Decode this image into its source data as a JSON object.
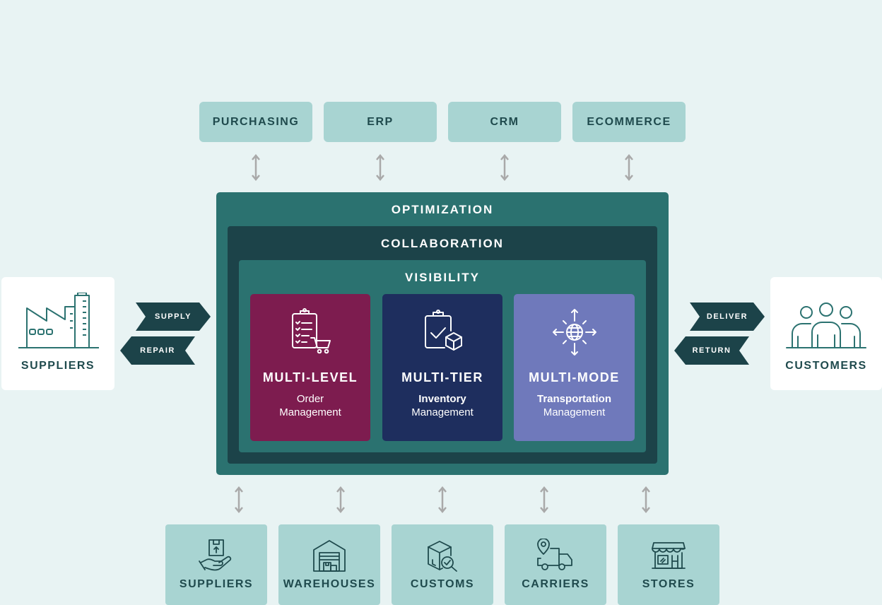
{
  "systems": [
    {
      "label": "PURCHASING"
    },
    {
      "label": "ERP"
    },
    {
      "label": "CRM"
    },
    {
      "label": "ECOMMERCE"
    }
  ],
  "layers": {
    "optimization": "OPTIMIZATION",
    "collaboration": "COLLABORATION",
    "visibility": "VISIBILITY"
  },
  "cards": [
    {
      "title": "MULTI-LEVEL",
      "line1": "Order",
      "line2": "Management",
      "color": "#7d1c4f",
      "icon": "clipboard-cart-icon"
    },
    {
      "title": "MULTI-TIER",
      "line1": "Inventory",
      "line2": "Management",
      "color": "#1e2e5e",
      "icon": "clipboard-box-icon"
    },
    {
      "title": "MULTI-MODE",
      "line1": "Transportation",
      "line2": "Management",
      "color": "#6f79bb",
      "icon": "globe-arrows-icon"
    }
  ],
  "left": {
    "label": "SUPPLIERS",
    "flow_in": "SUPPLY",
    "flow_out": "REPAIR",
    "icon": "factory-icon"
  },
  "right": {
    "label": "CUSTOMERS",
    "flow_in": "DELIVER",
    "flow_out": "RETURN",
    "icon": "people-icon"
  },
  "partners": [
    {
      "label": "SUPPLIERS",
      "icon": "hand-package-icon"
    },
    {
      "label": "WAREHOUSES",
      "icon": "warehouse-icon"
    },
    {
      "label": "CUSTOMS",
      "icon": "box-inspect-icon"
    },
    {
      "label": "CARRIERS",
      "icon": "truck-pin-icon"
    },
    {
      "label": "STORES",
      "icon": "storefront-icon"
    }
  ],
  "colors": {
    "background": "#e8f3f3",
    "system_box": "#a8d4d2",
    "optimization": "#2b7270",
    "collaboration": "#1c4349",
    "arrow": "#1c4349",
    "text_dark": "#1f4a4d"
  }
}
